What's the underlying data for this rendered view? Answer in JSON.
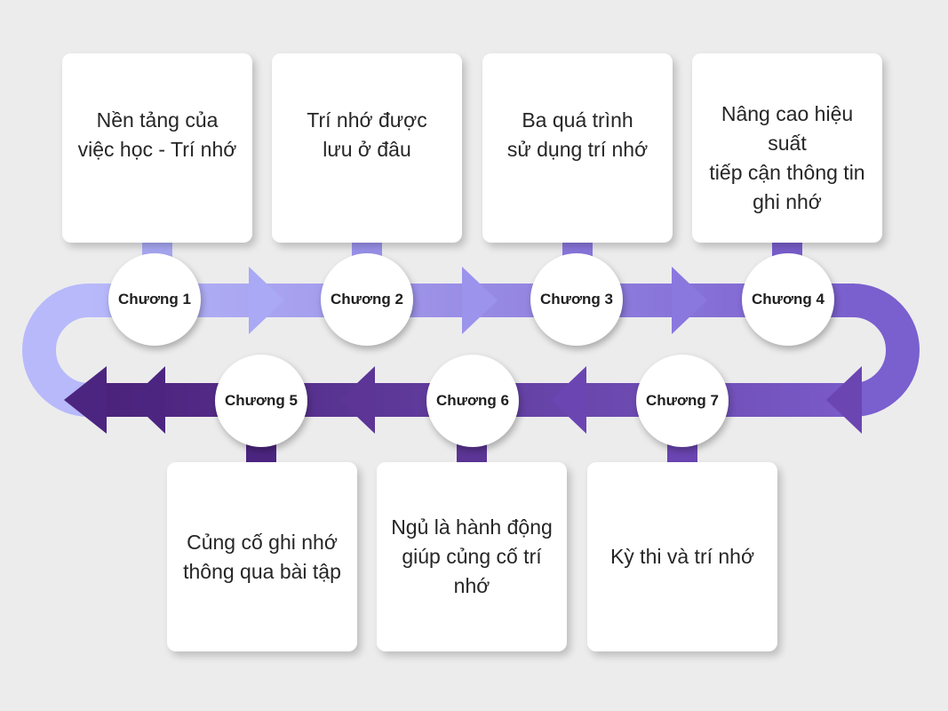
{
  "chapters": [
    {
      "label": "Chương 1",
      "topic_lines": [
        "Nền tảng của",
        "việc học - Trí nhớ"
      ],
      "color": "#a9a9f5"
    },
    {
      "label": "Chương 2",
      "topic_lines": [
        "Trí nhớ được",
        "lưu ở đâu"
      ],
      "color": "#9b93ec"
    },
    {
      "label": "Chương 3",
      "topic_lines": [
        "Ba quá trình",
        "sử dụng trí nhớ"
      ],
      "color": "#8a78de"
    },
    {
      "label": "Chương 4",
      "topic_lines": [
        "Nâng cao hiệu suất",
        "tiếp cận thông tin",
        "ghi nhớ"
      ],
      "color": "#7a5fce"
    },
    {
      "label": "Chương 5",
      "topic_lines": [
        "Củng cố ghi nhớ",
        "thông qua bài tập"
      ],
      "color": "#4c2580"
    },
    {
      "label": "Chương 6",
      "topic_lines": [
        "Ngủ là hành động",
        "giúp củng cố trí nhớ"
      ],
      "color": "#5c3596"
    },
    {
      "label": "Chương 7",
      "topic_lines": [
        "Kỳ thi và trí nhớ"
      ],
      "color": "#6b45b1"
    }
  ],
  "colors": {
    "background": "#ececed",
    "card": "#ffffff",
    "top_band_start": "#b7b9fb",
    "top_band_end": "#7a5fce",
    "bottom_band_start": "#7a5bc8",
    "bottom_band_end": "#4a2179"
  }
}
